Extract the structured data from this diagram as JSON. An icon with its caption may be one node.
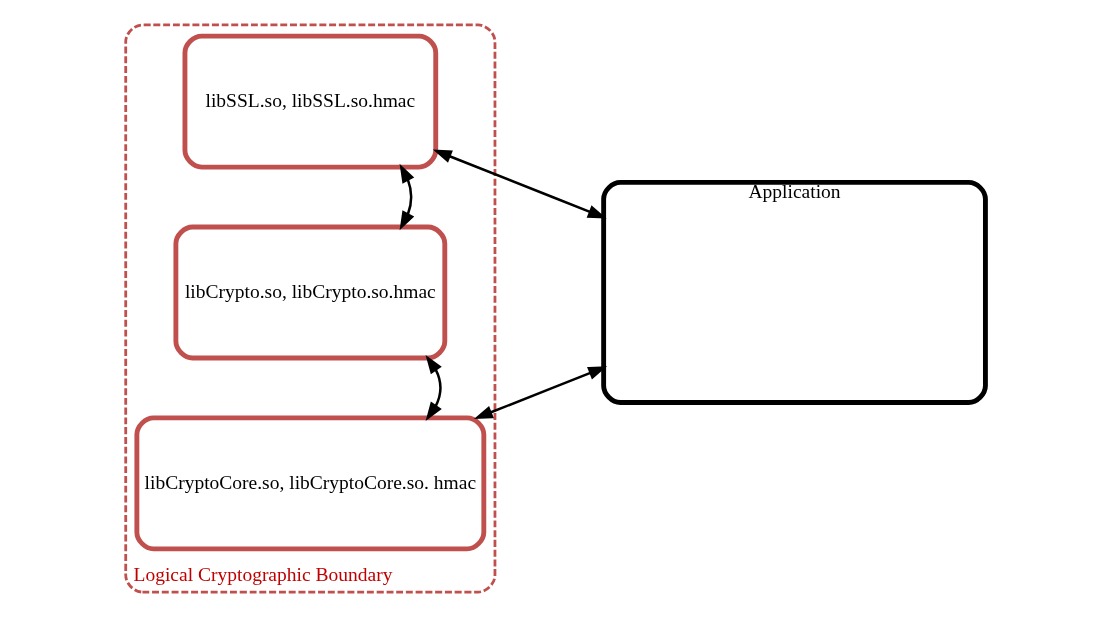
{
  "diagram": {
    "nodes": [
      {
        "text": [
          "Logical Cryptographic Boundary"
        ]
      },
      {
        "text": [
          "libCryptoCore.so, libCryptoCore.so. hmac"
        ],
        "in": 0
      },
      {
        "text": [
          "libCrypto.so, libCrypto.so.hmac"
        ],
        "in": 0
      },
      {
        "text": [
          "libSSL.so, libSSL.so.hmac"
        ],
        "in": 0
      },
      {
        "text": [
          "Application"
        ]
      }
    ],
    "edges": [
      {
        "from": 1,
        "to": 2,
        "arrow": "both"
      },
      {
        "from": 2,
        "to": 3,
        "arrow": "both"
      },
      {
        "from": 1,
        "to": 4,
        "arrow": "both"
      },
      {
        "from": 3,
        "to": 4,
        "arrow": "both"
      }
    ]
  }
}
